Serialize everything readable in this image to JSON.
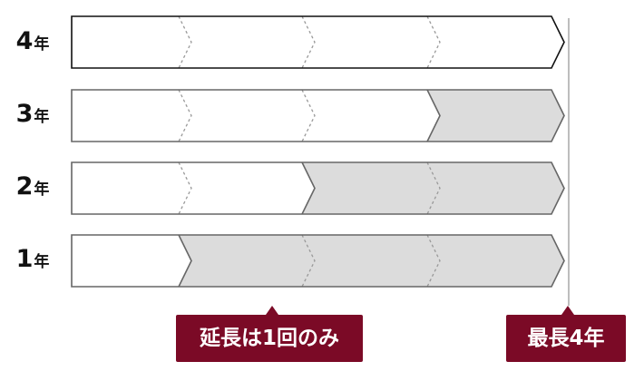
{
  "rows": [
    {
      "year_num": "4",
      "year_unit": "年",
      "shaded_from_segment": 4
    },
    {
      "year_num": "3",
      "year_unit": "年",
      "shaded_from_segment": 3
    },
    {
      "year_num": "2",
      "year_unit": "年",
      "shaded_from_segment": 2
    },
    {
      "year_num": "1",
      "year_unit": "年",
      "shaded_from_segment": 1
    }
  ],
  "segments_per_row": 4,
  "callouts": {
    "extension_once": "延長は1回のみ",
    "max_term": "最長4年"
  },
  "colors": {
    "outline": "#111111",
    "outline_muted": "#666666",
    "shaded_fill": "#dcdcdc",
    "divider": "#999999",
    "callout_bg": "#7b0a26"
  }
}
